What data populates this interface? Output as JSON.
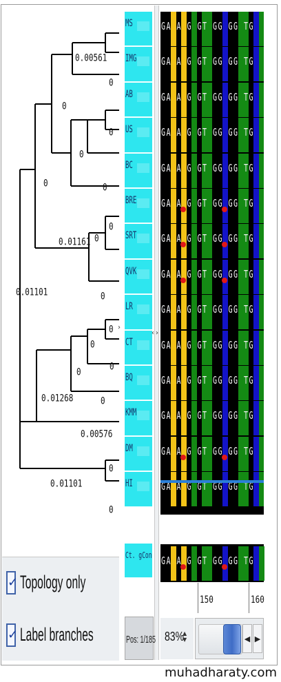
{
  "tree": {
    "branch_labels": [
      "0.00561",
      "0",
      "0",
      "0",
      "0",
      "0",
      "0",
      "0.01161",
      "0",
      "0",
      "0.01101",
      "0",
      "0",
      "0",
      "0",
      "0",
      "0.01268",
      "0",
      "0.00576",
      "0.01101",
      "0",
      "0"
    ]
  },
  "sequences": [
    "MS",
    "IMG",
    "AB",
    "US",
    "BC",
    "BRE",
    "SRT",
    "QVK",
    "LR",
    "CT",
    "BQ",
    "KMM",
    "DM",
    "HI"
  ],
  "consensus_label": "Ct. gCons",
  "alignment": {
    "columns": [
      {
        "char": "G",
        "color": "#000000"
      },
      {
        "char": "A",
        "color": "#000000"
      },
      {
        "char": "",
        "color": "#f2c318"
      },
      {
        "char": "A",
        "color": "#000000"
      },
      {
        "char": "",
        "color": "#f2c318"
      },
      {
        "char": "G",
        "color": "#000000"
      },
      {
        "char": "",
        "color": "#148a14"
      },
      {
        "char": "G",
        "color": "#000000"
      },
      {
        "char": "T",
        "color": "#148a14"
      },
      {
        "char": "",
        "color": "#148a14"
      },
      {
        "char": "G",
        "color": "#000000"
      },
      {
        "char": "G",
        "color": "#000000"
      },
      {
        "char": "",
        "color": "#1313c8"
      },
      {
        "char": "G",
        "color": "#000000"
      },
      {
        "char": "G",
        "color": "#000000"
      },
      {
        "char": "",
        "color": "#148a14"
      },
      {
        "char": "T",
        "color": "#148a14"
      },
      {
        "char": "G",
        "color": "#000000"
      },
      {
        "char": "",
        "color": "#1313c8"
      },
      {
        "char": "",
        "color": "#148a14"
      }
    ],
    "mutation_rows": [
      5,
      6,
      7,
      12
    ]
  },
  "ruler": {
    "tick_150": "150",
    "tick_160": "160"
  },
  "options": {
    "topology_only": "Topology only",
    "label_branches": "Label branches",
    "check_mark": "✓"
  },
  "status": {
    "position": "Pos: 1/185",
    "zoom": "83%"
  },
  "watermark": "muhadharaty.com",
  "icons": {
    "zoom_stepper": "stepper-icon",
    "scroll_left": "arrow-left-icon",
    "scroll_right": "arrow-right-icon",
    "splitter": "chevron-icon"
  }
}
